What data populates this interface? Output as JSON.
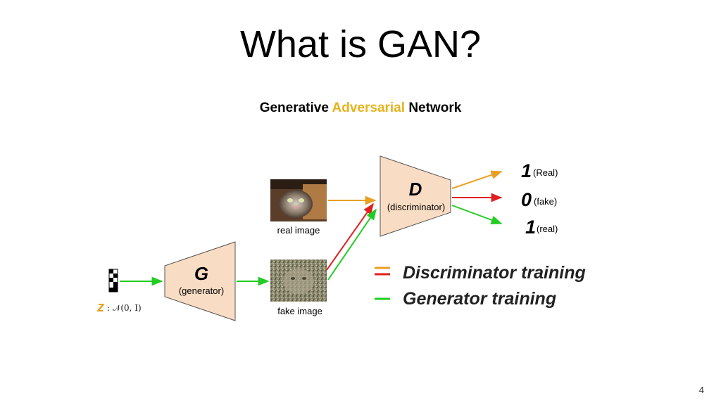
{
  "slide": {
    "title": "What is GAN?",
    "subtitle": {
      "part1": "Generative",
      "part2": "Adversarial",
      "part3": "Network"
    },
    "page_number": "4"
  },
  "diagram": {
    "generator": {
      "letter": "G",
      "label": "(generator)"
    },
    "discriminator": {
      "letter": "D",
      "label": "(discriminator)"
    },
    "real_image_label": "real image",
    "fake_image_label": "fake image",
    "noise": {
      "symbol": "z",
      "dist": ": 𝒩(0, I)"
    },
    "outputs": [
      {
        "value": "1",
        "label": "(Real)"
      },
      {
        "value": "0",
        "label": "(fake)"
      },
      {
        "value": "1",
        "label": "(real)"
      }
    ],
    "legend": [
      {
        "label": "Discriminator training"
      },
      {
        "label": "Generator training"
      }
    ],
    "colors": {
      "discriminator_training": "#e8a024",
      "fake_path": "#e02020",
      "generator_training": "#22cc22",
      "block_fill": "#f9dcc4",
      "accent": "#e6b41c"
    }
  }
}
